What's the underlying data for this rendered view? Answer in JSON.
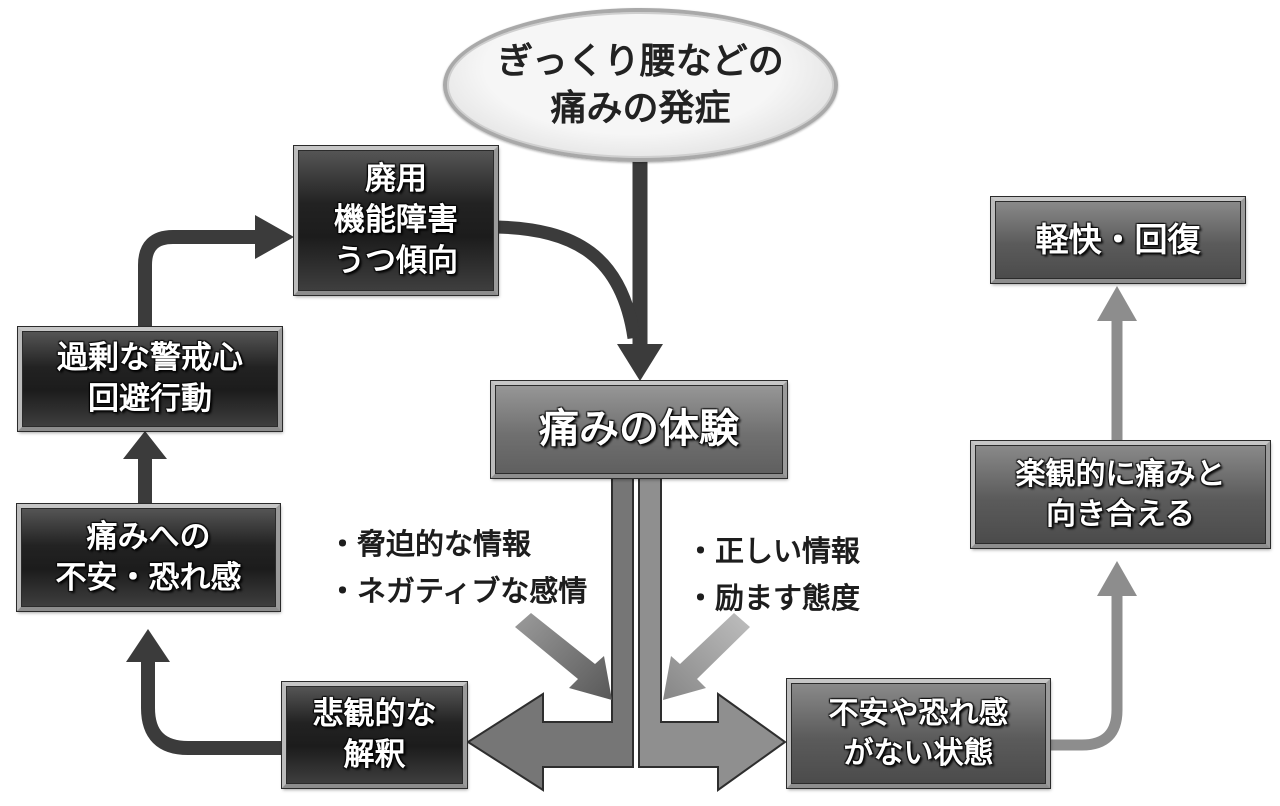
{
  "diagram": {
    "description": "Fear-avoidance model flowchart of pain (Japanese)",
    "onset": {
      "label": "ぎっくり腰などの\n痛みの発症"
    },
    "nodes": {
      "disuse": {
        "label": "廃用\n機能障害\nうつ傾向"
      },
      "vigilance": {
        "label": "過剰な警戒心\n回避行動"
      },
      "fear": {
        "label": "痛みへの\n不安・恐れ感"
      },
      "pain_experience": {
        "label": "痛みの体験"
      },
      "pessimistic": {
        "label": "悲観的な\n解釈"
      },
      "no_fear": {
        "label": "不安や恐れ感\nがない状態"
      },
      "optimistic": {
        "label": "楽観的に痛みと\n向き合える"
      },
      "recovery": {
        "label": "軽快・回復"
      }
    },
    "annotations": {
      "negative": {
        "lines": [
          "・脅迫的な情報",
          "・ネガティブな感情"
        ]
      },
      "positive": {
        "lines": [
          "・正しい情報",
          "・励ます態度"
        ]
      }
    },
    "colors": {
      "background": "#ffffff",
      "dark_arrow": "#3b3b3b",
      "gray_arrow": "#8d8d8d",
      "big_arrow_left": "#767676",
      "big_arrow_right": "#8f8f8f",
      "dark_node_fill": "#222222",
      "mid_node_fill": "#707070",
      "ellipse_fill": "#f0f0f0",
      "text_on_node": "#ffffff",
      "annotation_text": "#1d1d1d"
    }
  }
}
